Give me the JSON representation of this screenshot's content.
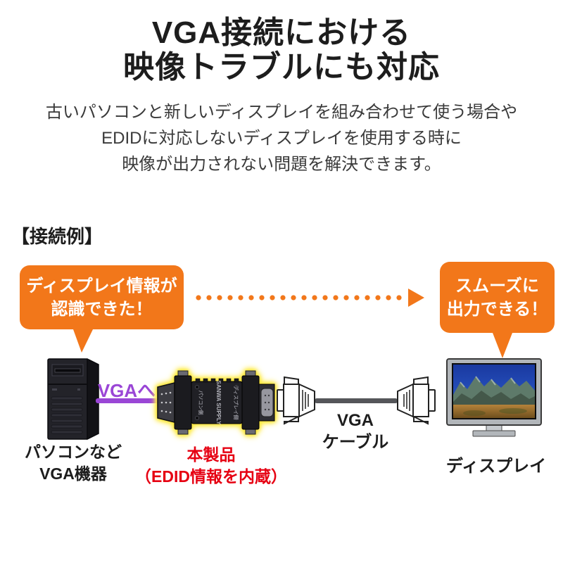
{
  "header": {
    "title_line1": "VGA接続における",
    "title_line2": "映像トラブルにも対応",
    "description": {
      "line1": "古いパソコンと新しいディスプレイを組み合わせて使う場合や",
      "line2": "EDIDに対応しないディスプレイを使用する時に",
      "line3": "映像が出力されない問題を解決できます。"
    }
  },
  "section": {
    "label": "【接続例】"
  },
  "diagram": {
    "callout_left": {
      "line1": "ディスプレイ情報が",
      "line2": "認識できた！"
    },
    "callout_right": {
      "line1": "スムーズに",
      "line2": "出力できる！"
    },
    "vga_port_label": "VGAへ",
    "adapter_print": {
      "side_left": "パソコン側",
      "brand": "SANWA SUPPLY",
      "side_right": "ディスプレイ側"
    },
    "labels": {
      "pc_line1": "パソコンなど",
      "pc_line2": "VGA機器",
      "product_line1": "本製品",
      "product_line2": "（EDID情報を内蔵）",
      "cable_line1": "VGA",
      "cable_line2": "ケーブル",
      "display": "ディスプレイ"
    }
  },
  "colors": {
    "accent_orange": "#f2771a",
    "accent_purple": "#9a46d6",
    "alert_red": "#e60012",
    "highlight_yellow": "#ffe93c",
    "text_dark": "#1d1d1d"
  }
}
